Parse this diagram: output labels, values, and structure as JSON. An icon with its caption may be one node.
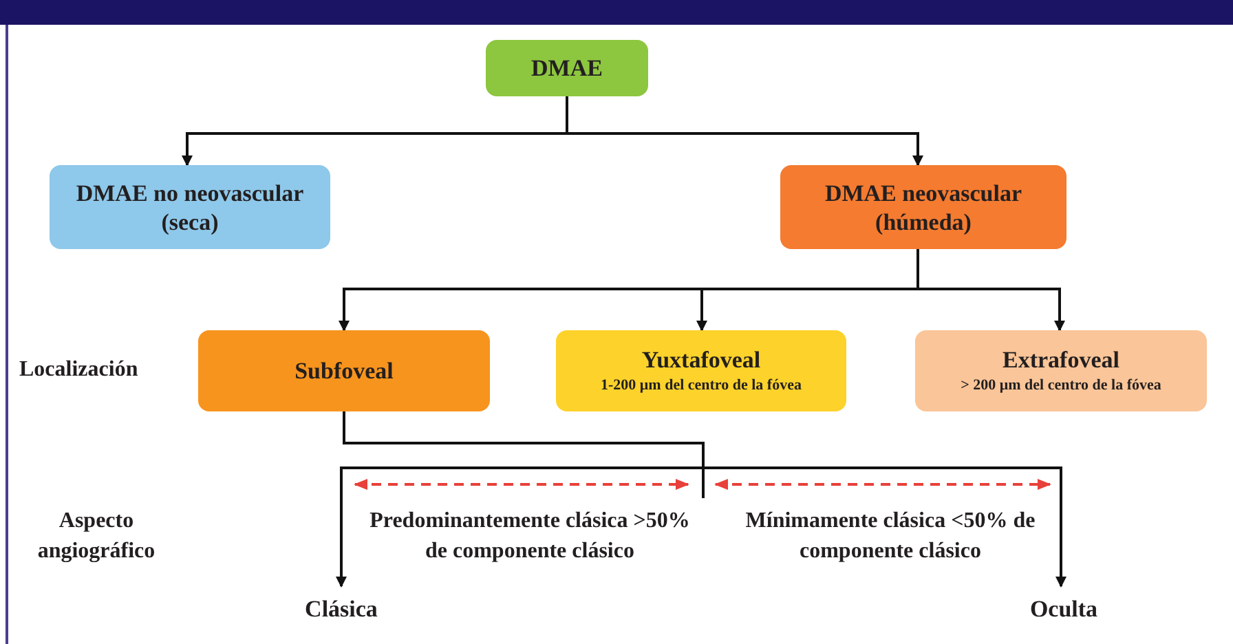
{
  "diagram": {
    "nodes": [
      {
        "text": [
          "DMAE"
        ]
      },
      {
        "text": [
          "DMAE no neovascular (seca)"
        ]
      },
      {
        "text": [
          "DMAE neovascular (húmeda)"
        ]
      },
      {
        "text": [
          "Subfoveal"
        ]
      },
      {
        "text": [
          "Yuxtafoveal",
          "1-200 μm del centro de la fóvea"
        ]
      },
      {
        "text": [
          "Extrafoveal",
          "> 200 μm del centro de la fóvea"
        ]
      },
      {
        "text": [
          "Clásica"
        ]
      },
      {
        "text": [
          "Oculta"
        ]
      }
    ],
    "edges": [
      {
        "from": 0,
        "to": 1,
        "arrow": "to"
      },
      {
        "from": 0,
        "to": 2,
        "arrow": "to"
      },
      {
        "from": 2,
        "to": 3,
        "arrow": "to"
      },
      {
        "from": 2,
        "to": 4,
        "arrow": "to"
      },
      {
        "from": 2,
        "to": 5,
        "arrow": "to"
      },
      {
        "from": 3,
        "to": 6,
        "arrow": "to"
      },
      {
        "from": 3,
        "to": 7,
        "arrow": "to"
      }
    ],
    "labels": [
      "Localización",
      "Aspecto angiográfico",
      "Predominantemente clásica >50% de componente clásico",
      "Mínimamente clásica <50% de componente clásico"
    ]
  }
}
